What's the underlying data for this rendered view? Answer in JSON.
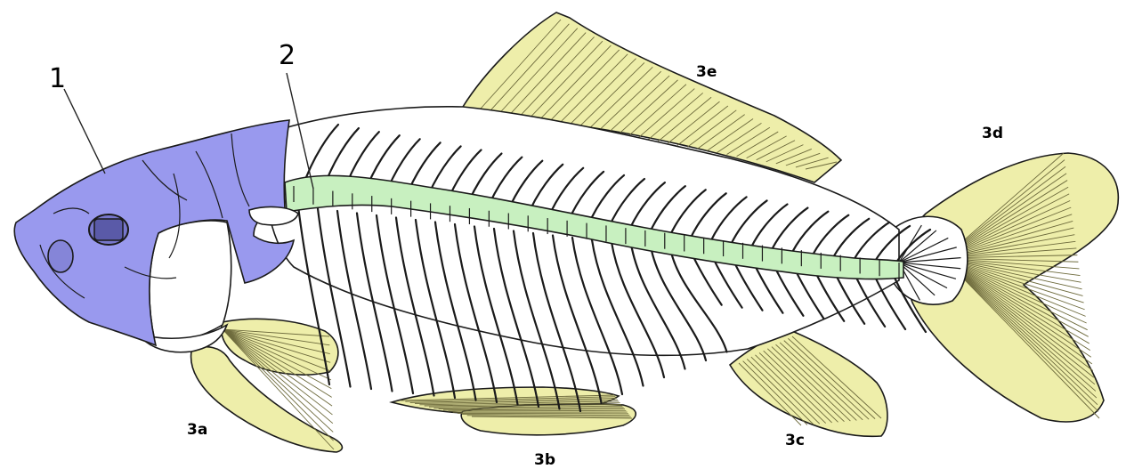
{
  "diagram": {
    "labels": {
      "skull": "1",
      "spine": "2",
      "pectoral_fin": "3a",
      "pelvic_fin": "3b",
      "anal_fin": "3c",
      "caudal_fin": "3d",
      "dorsal_fin": "3e"
    },
    "colors": {
      "skull": "#9999ee",
      "spine": "#c8f0c0",
      "fins": "#eeeeaa",
      "bone": "#ffffff",
      "line": "#1a1a1a"
    }
  }
}
